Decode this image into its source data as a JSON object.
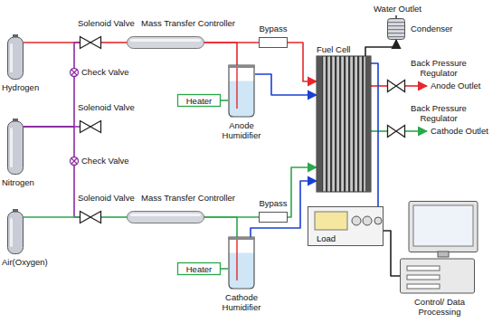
{
  "diagram": {
    "nodes": [
      {
        "text": [
          "Hydrogen"
        ]
      },
      {
        "text": [
          "Solenoid Valve"
        ]
      },
      {
        "text": [
          "Mass Transfer Controller"
        ]
      },
      {
        "text": [
          "Bypass"
        ]
      },
      {
        "text": [
          "Check Valve"
        ]
      },
      {
        "text": [
          "Heater"
        ]
      },
      {
        "text": [
          "Anode Humidifier"
        ]
      },
      {
        "text": [
          "Nitrogen"
        ]
      },
      {
        "text": [
          "Solenoid Valve"
        ]
      },
      {
        "text": [
          "Check Valve"
        ]
      },
      {
        "text": [
          "Air(Oxygen)"
        ]
      },
      {
        "text": [
          "Solenoid Valve"
        ]
      },
      {
        "text": [
          "Mass Transfer Controller"
        ]
      },
      {
        "text": [
          "Bypass"
        ]
      },
      {
        "text": [
          "Heater"
        ]
      },
      {
        "text": [
          "Cathode Humidifier"
        ]
      },
      {
        "text": [
          "Condenser"
        ]
      },
      {
        "text": [
          "Fuel Cell"
        ]
      },
      {
        "text": [
          "Back Pressure Regulator"
        ]
      },
      {
        "text": [
          "Back Pressure Regulator"
        ]
      },
      {
        "text": [
          "Load"
        ]
      },
      {
        "text": [
          "Control/ Data Processing"
        ]
      }
    ],
    "edges": [
      {
        "from": 0,
        "to": 1,
        "arrow": "none"
      },
      {
        "from": 1,
        "to": 2,
        "arrow": "none"
      },
      {
        "from": 2,
        "to": 3,
        "arrow": "none"
      },
      {
        "from": 3,
        "to": 17,
        "arrow": "to"
      },
      {
        "from": 2,
        "to": 6,
        "arrow": "none"
      },
      {
        "from": 5,
        "to": 6,
        "arrow": "none"
      },
      {
        "from": 6,
        "to": 17,
        "arrow": "to"
      },
      {
        "from": 7,
        "to": 8,
        "arrow": "none"
      },
      {
        "from": 7,
        "to": 4,
        "arrow": "none"
      },
      {
        "from": 4,
        "to": 1,
        "arrow": "none"
      },
      {
        "from": 7,
        "to": 9,
        "arrow": "none"
      },
      {
        "from": 9,
        "to": 11,
        "arrow": "none"
      },
      {
        "from": 10,
        "to": 11,
        "arrow": "none"
      },
      {
        "from": 11,
        "to": 12,
        "arrow": "none"
      },
      {
        "from": 12,
        "to": 13,
        "arrow": "none"
      },
      {
        "from": 13,
        "to": 17,
        "arrow": "to"
      },
      {
        "from": 12,
        "to": 15,
        "arrow": "none"
      },
      {
        "from": 14,
        "to": 15,
        "arrow": "none"
      },
      {
        "from": 15,
        "to": 17,
        "arrow": "to"
      },
      {
        "from": 17,
        "to": 16,
        "arrow": "to"
      },
      {
        "from": 17,
        "to": 18,
        "arrow": "none"
      },
      {
        "from": 17,
        "to": 19,
        "arrow": "none"
      },
      {
        "from": 17,
        "to": 20,
        "arrow": "none"
      },
      {
        "from": 20,
        "to": 21,
        "arrow": "none"
      }
    ],
    "labels": [
      "Water Outlet",
      "Anode Outlet",
      "Cathode Outlet"
    ]
  }
}
